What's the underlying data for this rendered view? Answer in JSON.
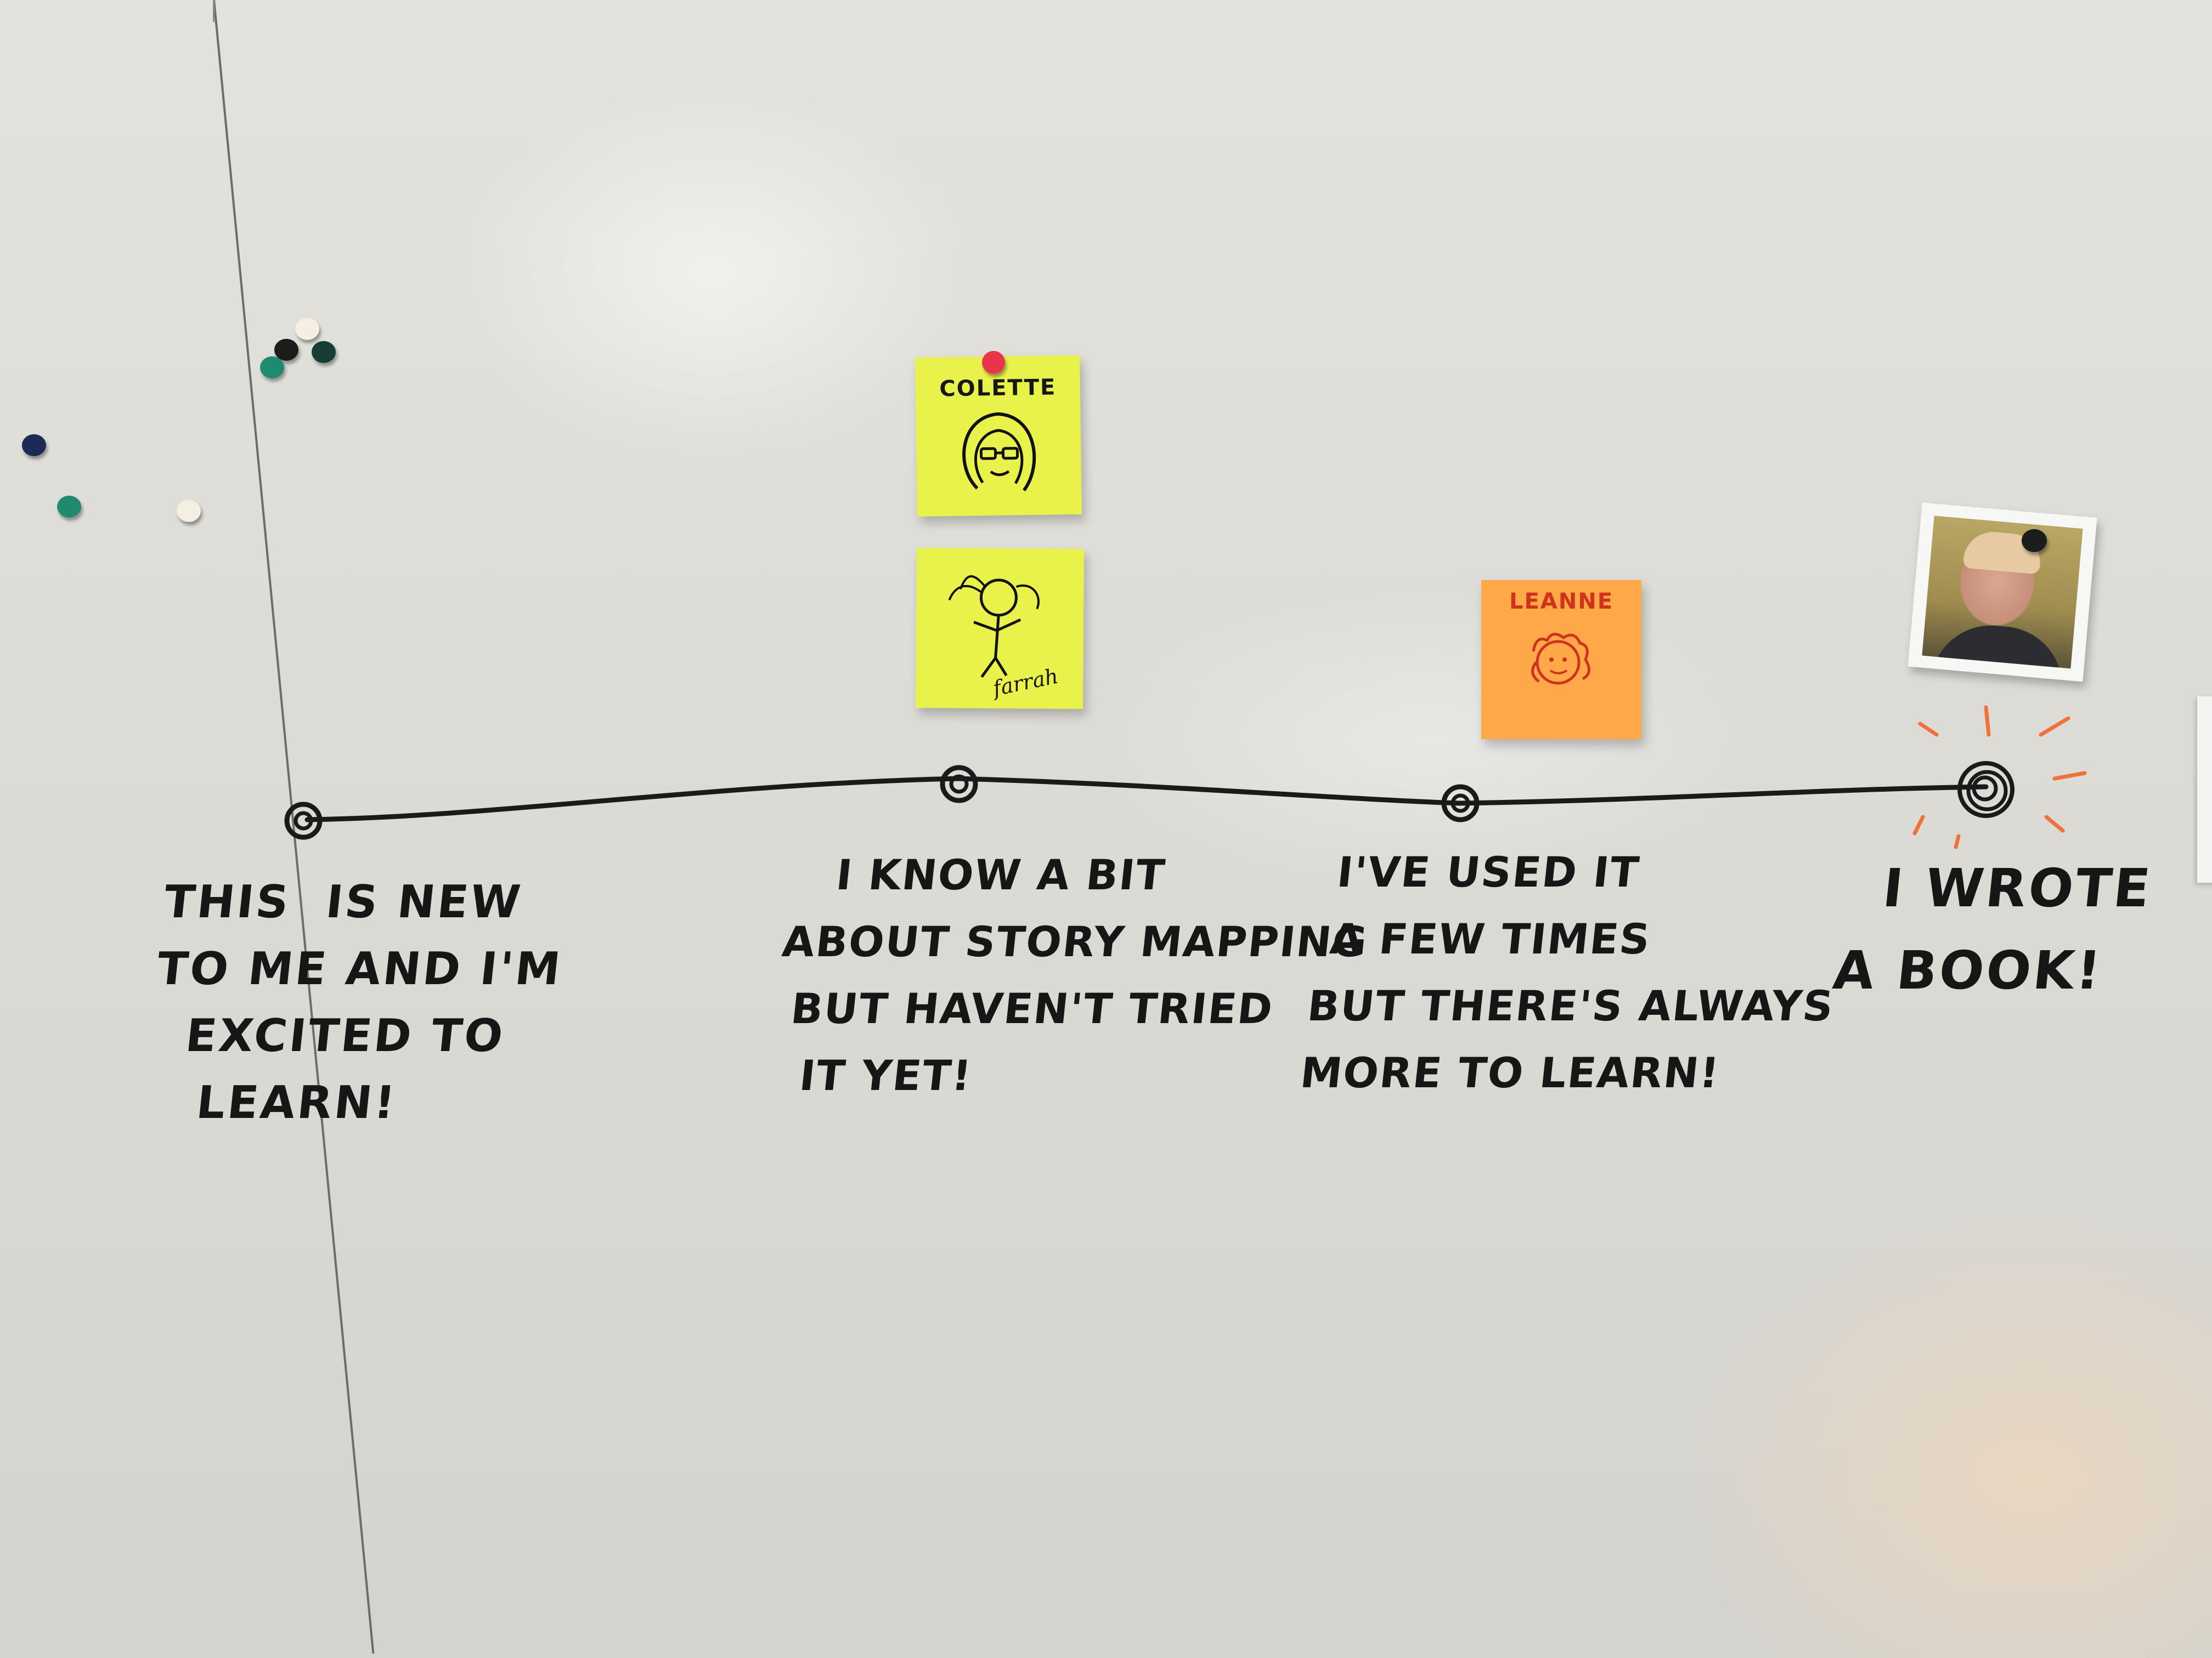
{
  "stops": [
    {
      "text": "THIS  IS NEW\nTO ME AND I'M\n  EXCITED TO\n   LEARN!"
    },
    {
      "text": "   I KNOW A BIT\nABOUT STORY MAPPING\n BUT HAVEN'T TRIED\n  IT YET!"
    },
    {
      "text": " I'VE USED IT\n A FEW TIMES\nBUT THERE'S ALWAYS\nMORE TO LEARN!"
    },
    {
      "text": "  I WROTE\nA BOOK!"
    }
  ],
  "stickies": [
    {
      "name": "COLETTE",
      "color": "#e9f24a"
    },
    {
      "name": "farrah",
      "color": "#e9f24a"
    },
    {
      "name": "LEANNE",
      "color": "#ffa84a",
      "name_color": "#d0321e"
    }
  ],
  "colors": {
    "ink": "#161616",
    "accent_orange": "#f2703a",
    "pin_red": "#e8354a",
    "pin_green": "#1f8a6e",
    "pin_navy": "#1c2a5a",
    "pin_cream": "#f4efe2",
    "pin_black": "#1b1d1c"
  }
}
